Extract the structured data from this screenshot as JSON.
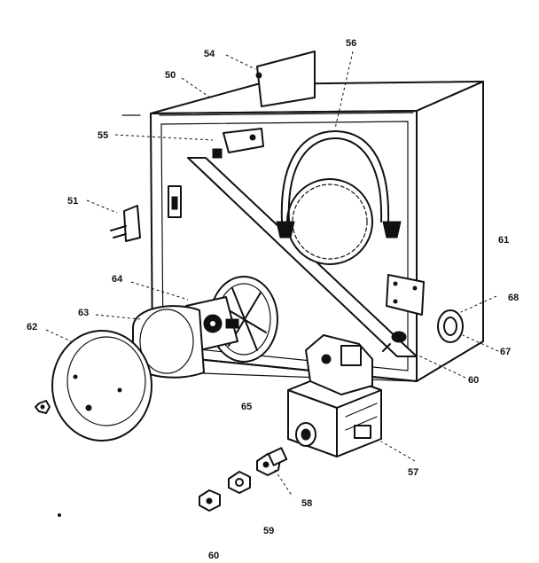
{
  "callouts": [
    {
      "id": "c54",
      "text": "54"
    },
    {
      "id": "c56",
      "text": "56"
    },
    {
      "id": "c50a",
      "text": "50"
    },
    {
      "id": "c55",
      "text": "55"
    },
    {
      "id": "c51",
      "text": "51"
    },
    {
      "id": "c61",
      "text": "61"
    },
    {
      "id": "c64",
      "text": "64"
    },
    {
      "id": "c68",
      "text": "68"
    },
    {
      "id": "c63",
      "text": "63"
    },
    {
      "id": "c62",
      "text": "62"
    },
    {
      "id": "c67",
      "text": "67"
    },
    {
      "id": "c60a",
      "text": "60"
    },
    {
      "id": "c65",
      "text": "65"
    },
    {
      "id": "c57",
      "text": "57"
    },
    {
      "id": "c58",
      "text": "58"
    },
    {
      "id": "c59",
      "text": "59"
    },
    {
      "id": "c60b",
      "text": "60"
    }
  ]
}
